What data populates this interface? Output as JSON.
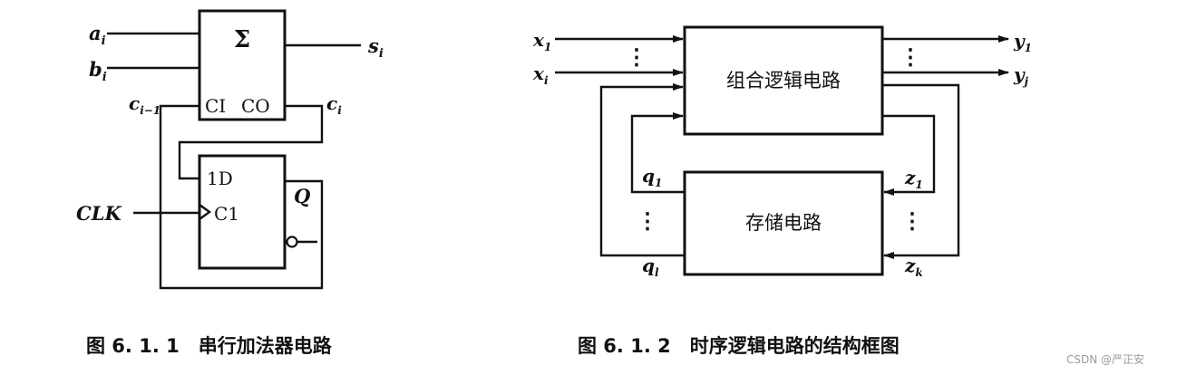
{
  "fig1": {
    "caption": "图 6. 1. 1　串行加法器电路",
    "inputs": {
      "a": "a",
      "a_sub": "i",
      "b": "b",
      "b_sub": "i"
    },
    "adder": {
      "symbol": "Σ",
      "ci": "CI",
      "co": "CO"
    },
    "output_s": "s",
    "output_s_sub": "i",
    "carry_in": "c",
    "carry_in_sub": "i−1",
    "carry_out": "c",
    "carry_out_sub": "i",
    "flipflop": {
      "d": "1D",
      "clk": "C1",
      "q": "Q"
    },
    "clk_label": "CLK"
  },
  "fig2": {
    "caption": "图 6. 1. 2　时序逻辑电路的结构框图",
    "combinational": "组合逻辑电路",
    "memory": "存储电路",
    "x1": "x",
    "x1_sub": "1",
    "xi": "x",
    "xi_sub": "i",
    "y1": "y",
    "y1_sub": "1",
    "yj": "y",
    "yj_sub": "j",
    "q1": "q",
    "q1_sub": "1",
    "ql": "q",
    "ql_sub": "l",
    "z1": "z",
    "z1_sub": "1",
    "zk": "z",
    "zk_sub": "k",
    "vdots": "⋮"
  },
  "watermark": "CSDN @严正安"
}
